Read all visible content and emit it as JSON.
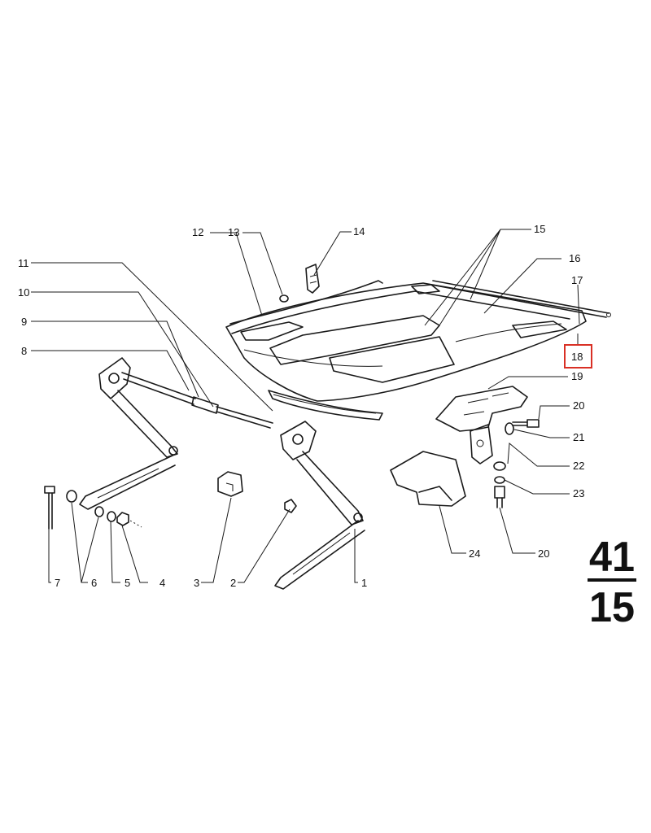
{
  "labels": {
    "p1": "1",
    "p2": "2",
    "p3": "3",
    "p4": "4",
    "p5": "5",
    "p6": "6",
    "p7": "7",
    "p8": "8",
    "p9": "9",
    "p10": "10",
    "p11": "11",
    "p12": "12",
    "p13": "13",
    "p14": "14",
    "p15": "15",
    "p16": "16",
    "p17": "17",
    "p18": "18",
    "p19": "19",
    "p20a": "20",
    "p20b": "20",
    "p21": "21",
    "p22": "22",
    "p23": "23",
    "p24": "24"
  },
  "page_number": {
    "top": "41",
    "bottom": "15"
  },
  "highlight": {
    "label": "18",
    "color": "#d93025"
  }
}
